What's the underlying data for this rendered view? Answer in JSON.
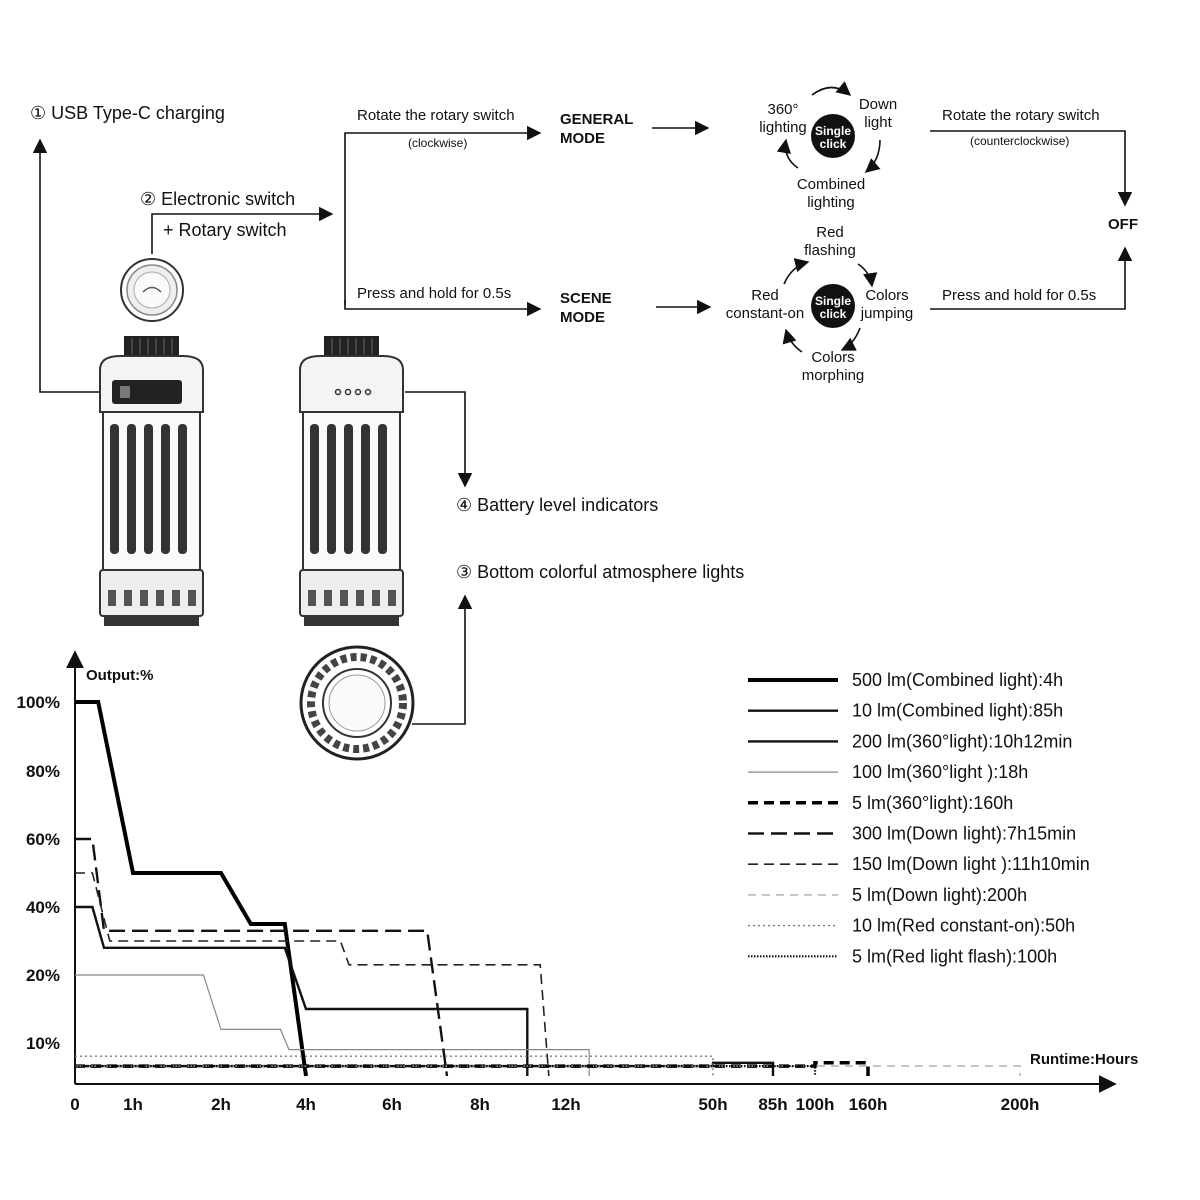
{
  "callouts": {
    "usb": "① USB Type-C charging",
    "switch_line1": "② Electronic switch",
    "switch_line2": "+ Rotary switch",
    "battery": "④ Battery level indicators",
    "bottom_lights": "③ Bottom colorful atmosphere lights"
  },
  "flow": {
    "rotate_cw": "Rotate the rotary switch",
    "clockwise": "(clockwise)",
    "press_hold": "Press and hold for 0.5s",
    "general_mode_1": "GENERAL",
    "general_mode_2": "MODE",
    "scene_mode_1": "SCENE",
    "scene_mode_2": "MODE",
    "rotate_ccw": "Rotate the rotary switch",
    "counterclockwise": "(counterclockwise)",
    "press_hold_off": "Press and hold for 0.5s",
    "off": "OFF"
  },
  "general_cycle": {
    "center_1": "Single",
    "center_2": "click",
    "item_a_1": "360°",
    "item_a_2": "lighting",
    "item_b_1": "Down",
    "item_b_2": "light",
    "item_c_1": "Combined",
    "item_c_2": "lighting"
  },
  "scene_cycle": {
    "center_1": "Single",
    "center_2": "click",
    "item_a_1": "Red",
    "item_a_2": "flashing",
    "item_b_1": "Colors",
    "item_b_2": "jumping",
    "item_c_1": "Colors",
    "item_c_2": "morphing",
    "item_d_1": "Red",
    "item_d_2": "constant-on"
  },
  "chart_data": {
    "type": "line",
    "ylabel": "Output:%",
    "xlabel": "Runtime:Hours",
    "x_ticks": [
      "0",
      "1h",
      "2h",
      "4h",
      "6h",
      "8h",
      "12h",
      "50h",
      "85h",
      "100h",
      "160h",
      "200h"
    ],
    "y_ticks": [
      "100%",
      "80%",
      "60%",
      "40%",
      "20%",
      "10%"
    ],
    "grid": false,
    "legend_position": "right",
    "series": [
      {
        "name": "500 lm(Combined light):4h",
        "style": "thick-solid",
        "points": [
          [
            0,
            100
          ],
          [
            0.4,
            100
          ],
          [
            1,
            50
          ],
          [
            2,
            50
          ],
          [
            2.7,
            35
          ],
          [
            3.5,
            35
          ],
          [
            4,
            0
          ]
        ]
      },
      {
        "name": "10 lm(Combined light):85h",
        "style": "solid",
        "points": [
          [
            0,
            3
          ],
          [
            50,
            3
          ],
          [
            50,
            4
          ],
          [
            85,
            4
          ],
          [
            85,
            0
          ]
        ]
      },
      {
        "name": "200 lm(360°light):10h12min",
        "style": "solid",
        "points": [
          [
            0,
            40
          ],
          [
            0.3,
            40
          ],
          [
            0.5,
            28
          ],
          [
            2,
            28
          ],
          [
            3.5,
            28
          ],
          [
            4,
            15
          ],
          [
            9,
            15
          ],
          [
            10.2,
            15
          ],
          [
            10.2,
            0
          ]
        ]
      },
      {
        "name": "100 lm(360°light ):18h",
        "style": "thin-solid",
        "points": [
          [
            0,
            20
          ],
          [
            1.8,
            20
          ],
          [
            2,
            12
          ],
          [
            3.4,
            12
          ],
          [
            3.6,
            8
          ],
          [
            12,
            8
          ],
          [
            18,
            8
          ],
          [
            18,
            0
          ]
        ]
      },
      {
        "name": "5 lm(360°light):160h",
        "style": "thick-dashed",
        "points": [
          [
            0,
            3
          ],
          [
            100,
            3
          ],
          [
            100,
            4
          ],
          [
            160,
            4
          ],
          [
            160,
            0
          ]
        ]
      },
      {
        "name": "300 lm(Down light):7h15min",
        "style": "long-dash",
        "points": [
          [
            0,
            60
          ],
          [
            0.3,
            60
          ],
          [
            0.5,
            33
          ],
          [
            6.8,
            33
          ],
          [
            7.25,
            0
          ]
        ]
      },
      {
        "name": "150 lm(Down light ):11h10min",
        "style": "dashed",
        "points": [
          [
            0,
            50
          ],
          [
            0.3,
            50
          ],
          [
            0.6,
            30
          ],
          [
            4.8,
            30
          ],
          [
            5,
            23
          ],
          [
            10.8,
            23
          ],
          [
            11.2,
            0
          ]
        ]
      },
      {
        "name": "5 lm(Down light):200h",
        "style": "light-dashed",
        "points": [
          [
            0,
            3
          ],
          [
            200,
            3
          ],
          [
            200,
            0
          ]
        ]
      },
      {
        "name": "10 lm(Red constant-on):50h",
        "style": "dotted",
        "points": [
          [
            0,
            6
          ],
          [
            50,
            6
          ],
          [
            50,
            0
          ]
        ]
      },
      {
        "name": "5 lm(Red light flash):100h",
        "style": "dense-dotted",
        "points": [
          [
            0,
            3
          ],
          [
            100,
            3
          ],
          [
            100,
            0
          ]
        ]
      }
    ]
  }
}
